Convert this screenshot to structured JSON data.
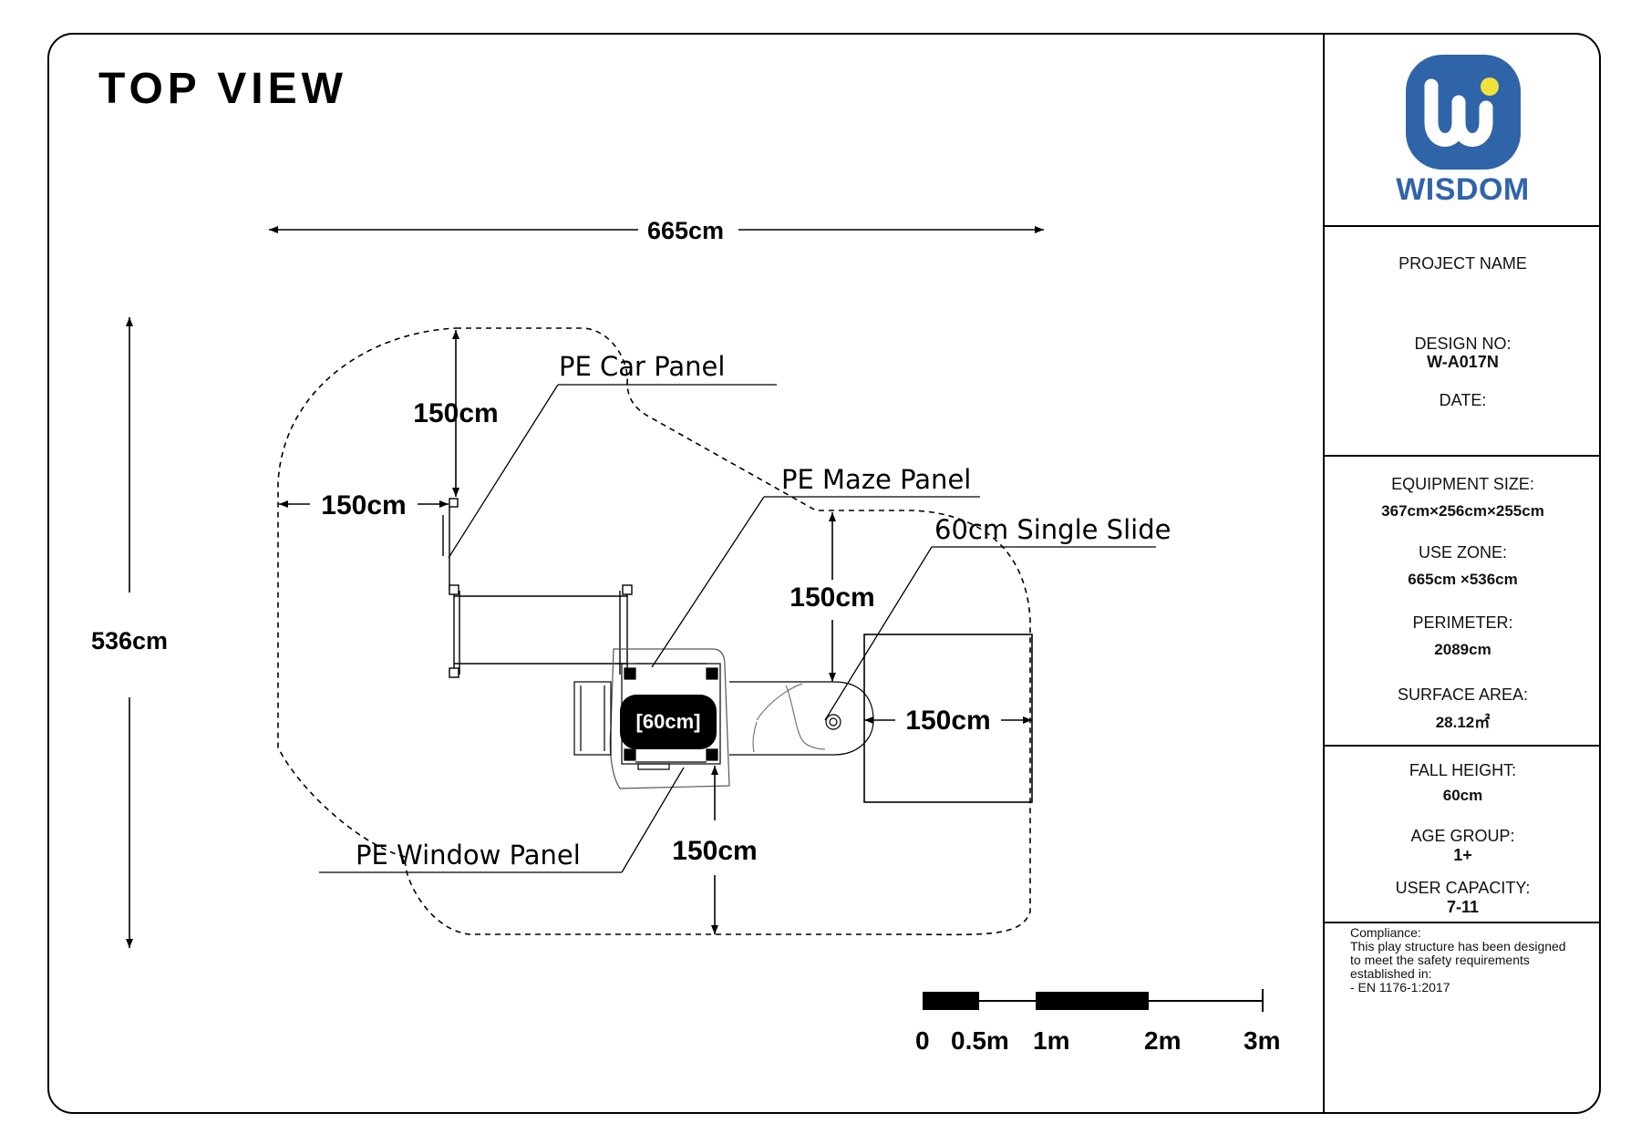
{
  "title": "TOP VIEW",
  "brand": {
    "name": "WISDOM",
    "color_blue": "#2f64a8",
    "color_yellow": "#f2e33a",
    "logo_icon": "wisdom-logo-icon"
  },
  "dimensions": {
    "width": "665cm",
    "height": "536cm",
    "clearance_top": "150cm",
    "clearance_left": "150cm",
    "clearance_mid": "150cm",
    "clearance_bottom": "150cm",
    "clearance_slide": "150cm",
    "deck_height": "[60cm]"
  },
  "components": {
    "car_panel": "PE Car Panel",
    "maze_panel": "PE Maze Panel",
    "single_slide": "60cm Single Slide",
    "window_panel": "PE Window Panel"
  },
  "scale_bar": {
    "labels": [
      "0",
      "0.5m",
      "1m",
      "2m",
      "3m"
    ]
  },
  "title_block": {
    "project_name_label": "PROJECT NAME",
    "design_no_label": "DESIGN NO:",
    "design_no": "W-A017N",
    "date_label": "DATE:",
    "equipment_size_label": "EQUIPMENT SIZE:",
    "equipment_size": "367cm×256cm×255cm",
    "use_zone_label": "USE ZONE:",
    "use_zone": "665cm ×536cm",
    "perimeter_label": "PERIMETER:",
    "perimeter": "2089cm",
    "surface_area_label": "SURFACE AREA:",
    "surface_area": "28.12㎡",
    "fall_height_label": "FALL HEIGHT:",
    "fall_height": "60cm",
    "age_group_label": "AGE GROUP:",
    "age_group": "1+",
    "user_capacity_label": "USER CAPACITY:",
    "user_capacity": "7-11",
    "compliance_heading": "Compliance:",
    "compliance_line1": "This play structure has been designed",
    "compliance_line2": "to meet the safety requirements",
    "compliance_line3": "established in:",
    "compliance_line4": "-    EN 1176-1:2017"
  }
}
